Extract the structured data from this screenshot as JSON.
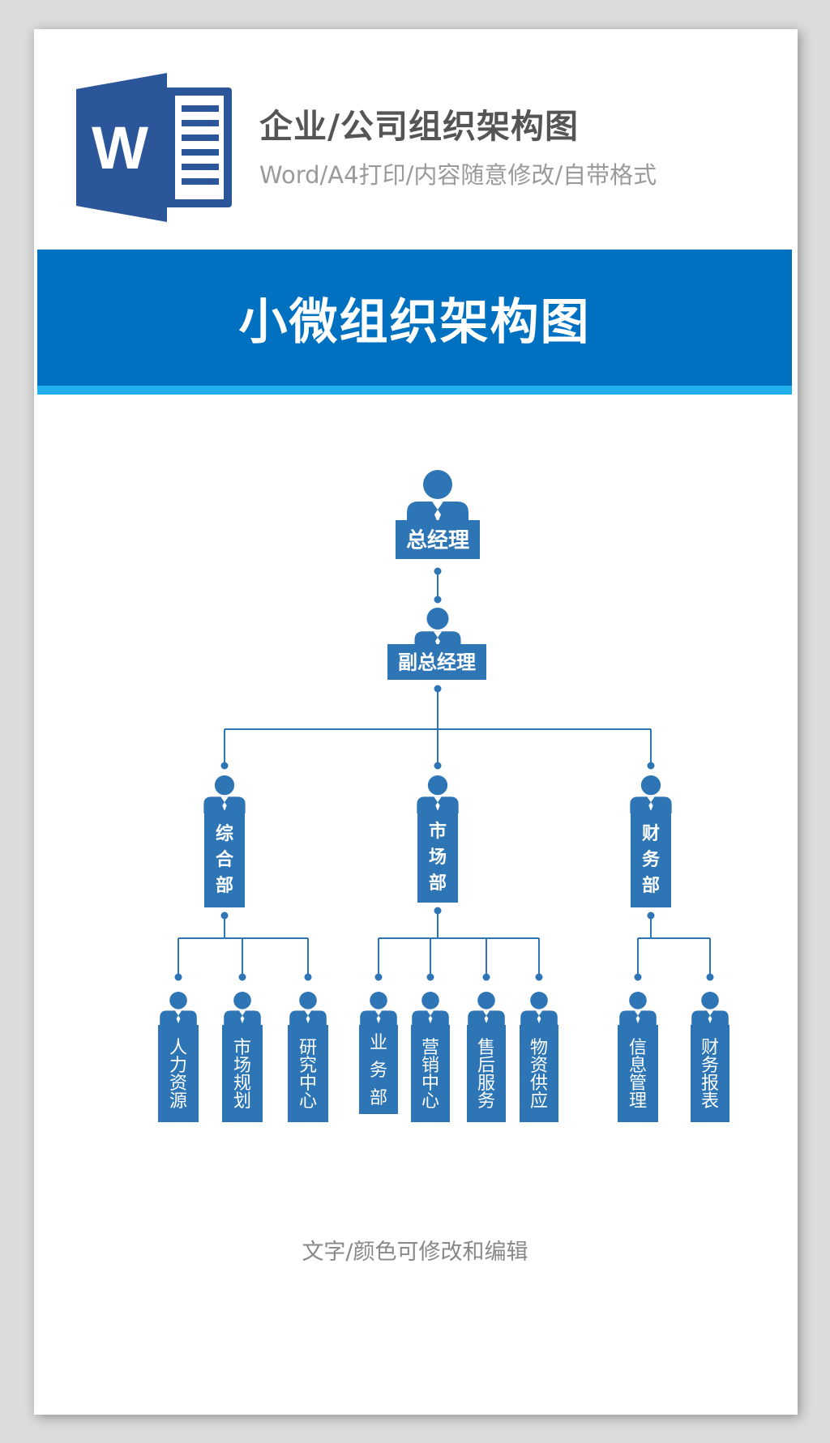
{
  "header": {
    "title": "企业/公司组织架构图",
    "subtitle": "Word/A4打印/内容随意修改/自带格式",
    "logo_letter": "W"
  },
  "banner": {
    "title": "小微组织架构图"
  },
  "org_chart": {
    "box_color": "#2e75b6",
    "line_color": "#2e75b6",
    "banner_color": "#0070c0",
    "strip_color": "#22b1ee",
    "root": {
      "label": "总经理"
    },
    "deputy": {
      "label": "副总经理"
    },
    "departments": [
      {
        "label": "综合部",
        "children": [
          "人力资源",
          "市场规划",
          "研究中心"
        ]
      },
      {
        "label": "市场部",
        "children": [
          "业务部",
          "营销中心",
          "售后服务",
          "物资供应"
        ]
      },
      {
        "label": "财务部",
        "children": [
          "信息管理",
          "财务报表"
        ]
      }
    ]
  },
  "footer": {
    "note": "文字/颜色可修改和编辑"
  }
}
